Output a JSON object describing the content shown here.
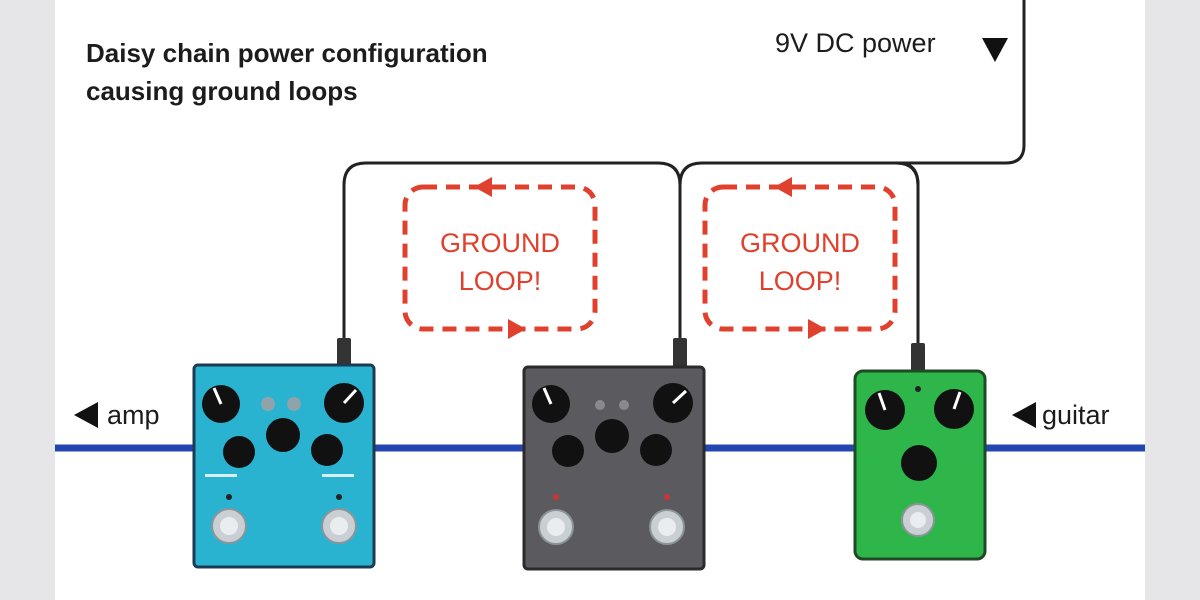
{
  "title": {
    "line1": "Daisy chain power configuration",
    "line2": "causing ground loops"
  },
  "labels": {
    "power": "9V DC power",
    "amp": "amp",
    "guitar": "guitar"
  },
  "loops": [
    {
      "line1": "GROUND",
      "line2": "LOOP!"
    },
    {
      "line1": "GROUND",
      "line2": "LOOP!"
    }
  ],
  "colors": {
    "signal_cable": "#2346b3",
    "power_cable": "#222222",
    "loop": "#e0412e",
    "pedal_left": "#2ab3d0",
    "pedal_middle": "#5b5b5f",
    "pedal_right": "#2fb64a"
  },
  "icons": [
    "arrow-down-icon",
    "arrow-left-icon",
    "arrow-right-icon",
    "footswitch-icon",
    "knob-icon",
    "led-icon"
  ]
}
